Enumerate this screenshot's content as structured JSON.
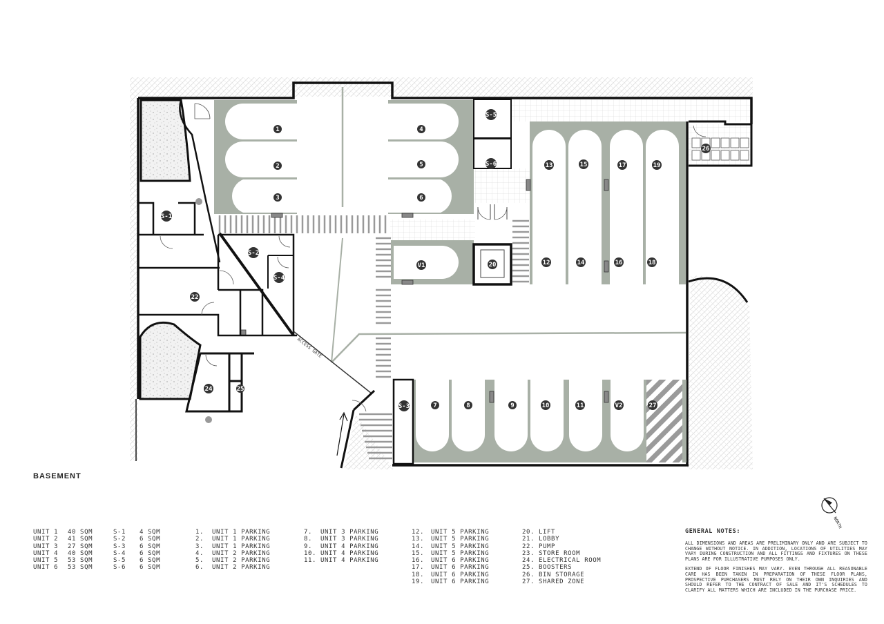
{
  "title": "BASEMENT",
  "areas": [
    {
      "unit": "UNIT 1",
      "area": "40 SQM"
    },
    {
      "unit": "UNIT 2",
      "area": "41 SQM"
    },
    {
      "unit": "UNIT 3",
      "area": "27 SQM"
    },
    {
      "unit": "UNIT 4",
      "area": "40 SQM"
    },
    {
      "unit": "UNIT 5",
      "area": "53 SQM"
    },
    {
      "unit": "UNIT 6",
      "area": "53 SQM"
    }
  ],
  "storage_areas": [
    {
      "unit": "S-1",
      "area": "4 SQM"
    },
    {
      "unit": "S-2",
      "area": "6 SQM"
    },
    {
      "unit": "S-3",
      "area": "6 SQM"
    },
    {
      "unit": "S-4",
      "area": "6 SQM"
    },
    {
      "unit": "S-5",
      "area": "6 SQM"
    },
    {
      "unit": "S-6",
      "area": "6 SQM"
    }
  ],
  "legend_1": [
    {
      "num": "1.",
      "text": "UNIT 1 PARKING"
    },
    {
      "num": "2.",
      "text": "UNIT 1 PARKING"
    },
    {
      "num": "3.",
      "text": "UNIT 1 PARKING"
    },
    {
      "num": "4.",
      "text": "UNIT 2 PARKING"
    },
    {
      "num": "5.",
      "text": "UNIT 2 PARKING"
    },
    {
      "num": "6.",
      "text": "UNIT 2 PARKING"
    }
  ],
  "legend_2": [
    {
      "num": "7.",
      "text": "UNIT 3 PARKING"
    },
    {
      "num": "8.",
      "text": "UNIT 3 PARKING"
    },
    {
      "num": "9.",
      "text": "UNIT 4 PARKING"
    },
    {
      "num": "10.",
      "text": "UNIT 4 PARKING"
    },
    {
      "num": "11.",
      "text": "UNIT 4 PARKING"
    }
  ],
  "legend_3": [
    {
      "num": "12.",
      "text": "UNIT 5 PARKING"
    },
    {
      "num": "13.",
      "text": "UNIT 5 PARKING"
    },
    {
      "num": "14.",
      "text": "UNIT 5 PARKING"
    },
    {
      "num": "15.",
      "text": "UNIT 5 PARKING"
    },
    {
      "num": "16.",
      "text": "UNIT 6 PARKING"
    },
    {
      "num": "17.",
      "text": "UNIT 6 PARKING"
    },
    {
      "num": "18.",
      "text": "UNIT 6 PARKING"
    },
    {
      "num": "19.",
      "text": "UNIT 6 PARKING"
    }
  ],
  "legend_4": [
    {
      "num": "20.",
      "text": "LIFT"
    },
    {
      "num": "21.",
      "text": "LOBBY"
    },
    {
      "num": "22.",
      "text": "PUMP"
    },
    {
      "num": "23.",
      "text": "STORE ROOM"
    },
    {
      "num": "24.",
      "text": "ELECTRICAL ROOM"
    },
    {
      "num": "25.",
      "text": "BOOSTERS"
    },
    {
      "num": "26.",
      "text": "BIN STORAGE"
    },
    {
      "num": "27.",
      "text": "SHARED ZONE"
    }
  ],
  "notes": {
    "heading": "GENERAL NOTES:",
    "paragraph_1": "ALL DIMENSIONS AND AREAS ARE PRELIMINARY ONLY AND ARE SUBJECT TO CHANGE WITHOUT NOTICE. IN ADDITION, LOCATIONS OF UTILITIES MAY VARY DURING CONSTRUCTION AND ALL FITTINGS AND FIXTURES ON THESE PLANS ARE FOR ILLUSTRATIVE PURPOSES ONLY.",
    "paragraph_2": "EXTEND OF FLOOR FINISHES MAY VARY. EVEN THROUGH ALL REASONABLE CARE HAS BEEN TAKEN IN PREPARATION OF THESE FLOOR PLANS, PROSPECTIVE PURCHASERS MUST RELY ON THEIR OWN INQUIRIES AND SHOULD REFER TO THE CONTRACT OF SALE AND IT'S SCHEDULES TO CLARIFY ALL MATTERS WHICH ARE INCLUDED IN THE PURCHASE PRICE."
  },
  "plan_labels": {
    "p1": "1",
    "p2": "2",
    "p3": "3",
    "p4": "4",
    "p5": "5",
    "p6": "6",
    "p7": "7",
    "p8": "8",
    "p9": "9",
    "p10": "10",
    "p11": "11",
    "p12": "12",
    "p13": "13",
    "p14": "14",
    "p15": "15",
    "p16": "16",
    "p17": "17",
    "p18": "18",
    "p19": "19",
    "p20": "20",
    "p22": "22",
    "p24": "24",
    "p25": "25",
    "p26": "26",
    "p27": "27",
    "v1": "V1",
    "v2": "V2",
    "s1": "S-1",
    "s2": "S-2",
    "s3": "S-3",
    "s4": "S-4",
    "s5": "S-5",
    "s6": "S-6",
    "gate": "ACCESS GATE",
    "north": "NORTH"
  },
  "colors": {
    "wall": "#111111",
    "parking_green": "#a8b0a6",
    "bay_fill": "#ffffff",
    "speckle": "#d9d9d9",
    "tile": "#eeeeee"
  }
}
